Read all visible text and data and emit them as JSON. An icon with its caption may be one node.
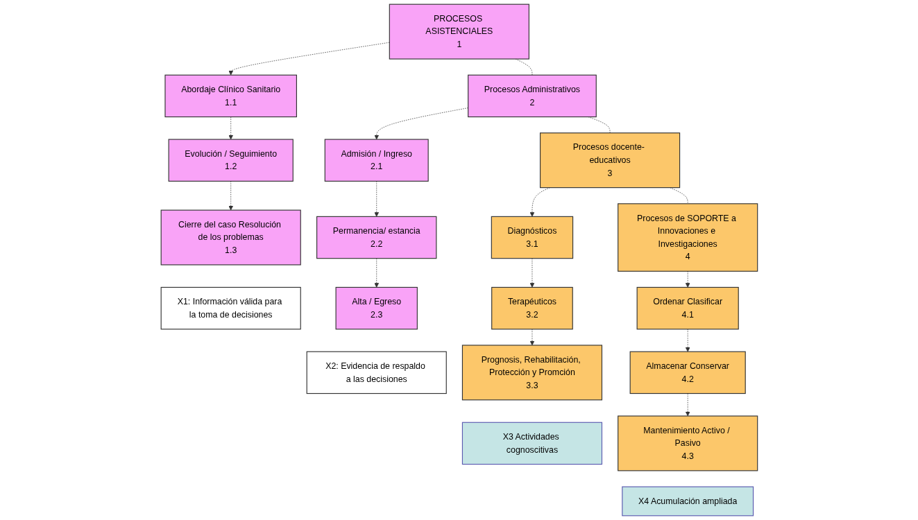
{
  "diagram": {
    "nodes": [
      {
        "text": [
          "PROCESOS ASISTENCIALES",
          "1"
        ]
      },
      {
        "text": [
          "Abordaje Clínico Sanitario",
          "1.1"
        ]
      },
      {
        "text": [
          "Evolución / Seguimiento",
          "1.2"
        ]
      },
      {
        "text": [
          "Cierre del caso Resolución de los problemas",
          "1.3"
        ]
      },
      {
        "text": [
          "X1: Información válida para la toma de decisiones"
        ]
      },
      {
        "text": [
          "Procesos Administrativos",
          "2"
        ]
      },
      {
        "text": [
          "Admisión / Ingreso",
          "2.1"
        ]
      },
      {
        "text": [
          "Permanencia/ estancia",
          "2.2"
        ]
      },
      {
        "text": [
          "Alta / Egreso",
          "2.3"
        ]
      },
      {
        "text": [
          "X2: Evidencia de respaldo a las decisiones"
        ]
      },
      {
        "text": [
          "Procesos docente- educativos",
          "3"
        ]
      },
      {
        "text": [
          "Diagnósticos",
          "3.1"
        ]
      },
      {
        "text": [
          "Terapéuticos",
          "3.2"
        ]
      },
      {
        "text": [
          "Prognosis, Rehabilitación, Protección y Promción",
          "3.3"
        ]
      },
      {
        "text": [
          "X3 Actividades cognoscitivas"
        ]
      },
      {
        "text": [
          "Procesos de SOPORTE a Innovaciones e Investigaciones",
          "4"
        ]
      },
      {
        "text": [
          "Ordenar Clasificar",
          "4.1"
        ]
      },
      {
        "text": [
          "Almacenar Conservar",
          "4.2"
        ]
      },
      {
        "text": [
          "Mantenimiento Activo / Pasivo",
          "4.3"
        ]
      },
      {
        "text": [
          "X4 Acumulación ampliada"
        ]
      }
    ],
    "edges": [
      {
        "from": 0,
        "to": 5,
        "arrow": "none",
        "style": "dashed"
      },
      {
        "from": 5,
        "to": 10,
        "arrow": "none",
        "style": "dashed"
      },
      {
        "from": 10,
        "to": 15,
        "arrow": "none",
        "style": "dashed"
      },
      {
        "from": 0,
        "to": 1,
        "arrow": "to",
        "style": "dashed"
      },
      {
        "from": 1,
        "to": 2,
        "arrow": "to",
        "style": "dashed"
      },
      {
        "from": 2,
        "to": 3,
        "arrow": "to",
        "style": "dashed"
      },
      {
        "from": 5,
        "to": 6,
        "arrow": "to",
        "style": "dashed"
      },
      {
        "from": 6,
        "to": 7,
        "arrow": "to",
        "style": "dashed"
      },
      {
        "from": 7,
        "to": 8,
        "arrow": "to",
        "style": "dashed"
      },
      {
        "from": 10,
        "to": 11,
        "arrow": "to",
        "style": "dashed"
      },
      {
        "from": 11,
        "to": 12,
        "arrow": "to",
        "style": "dashed"
      },
      {
        "from": 12,
        "to": 13,
        "arrow": "to",
        "style": "dashed"
      },
      {
        "from": 15,
        "to": 16,
        "arrow": "to",
        "style": "dashed"
      },
      {
        "from": 16,
        "to": 17,
        "arrow": "to",
        "style": "dashed"
      },
      {
        "from": 17,
        "to": 18,
        "arrow": "to",
        "style": "dashed"
      }
    ]
  }
}
